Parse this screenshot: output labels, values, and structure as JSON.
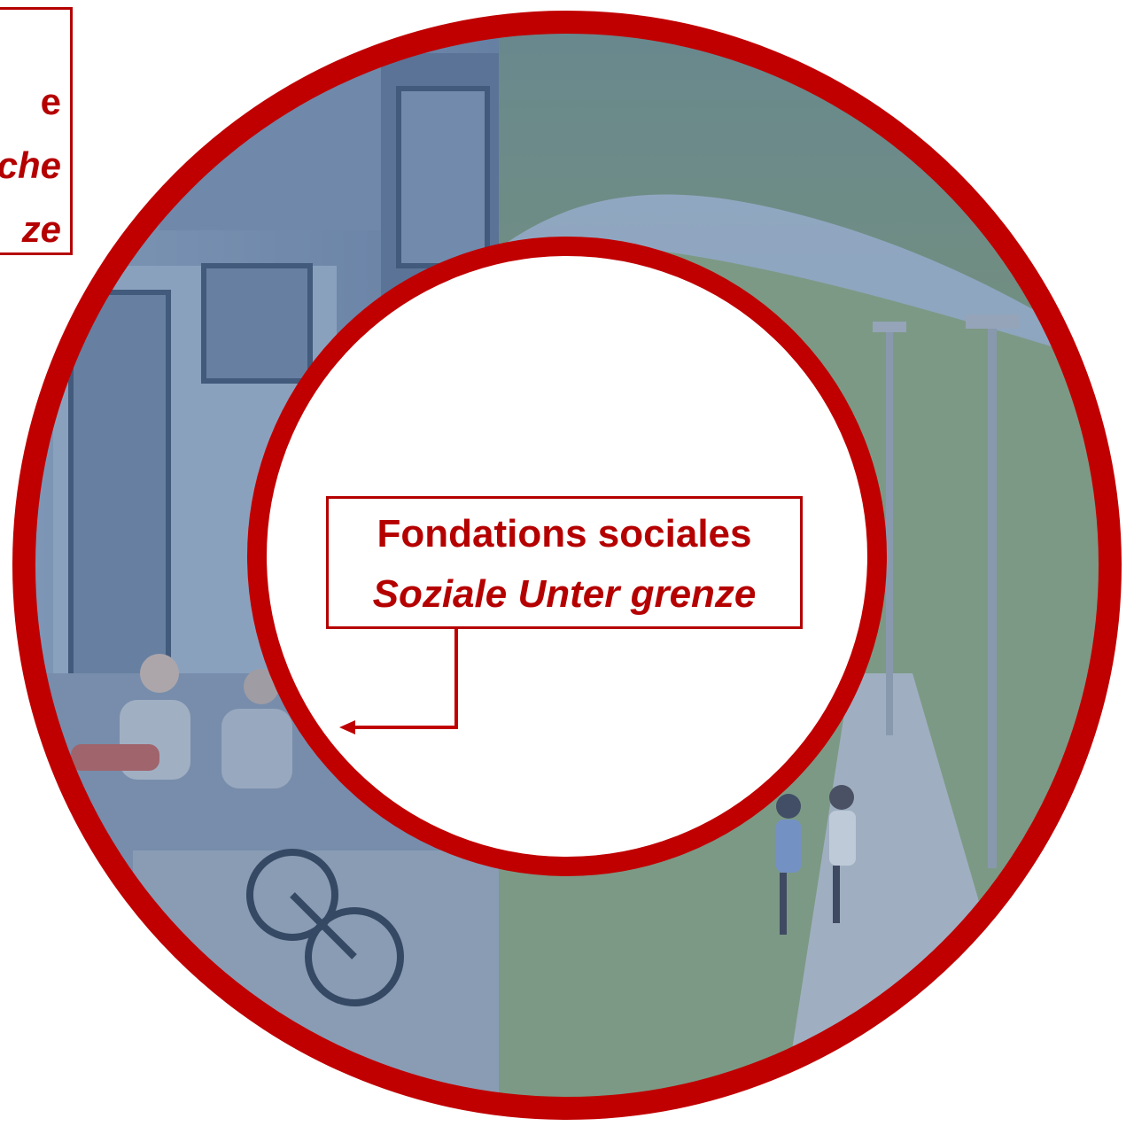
{
  "outer_label": {
    "line1": "e",
    "line2": "che",
    "line3": "ze"
  },
  "inner_label": {
    "title": "Fondations sociales",
    "subtitle": "Soziale Unter grenze"
  },
  "colors": {
    "ring": "#c00000",
    "text": "#b50000",
    "photo_tint": "#5b7fa6"
  },
  "photos": {
    "left": "city-building-with-people-and-bicycle",
    "right": "green-valley-path-with-walkers"
  }
}
